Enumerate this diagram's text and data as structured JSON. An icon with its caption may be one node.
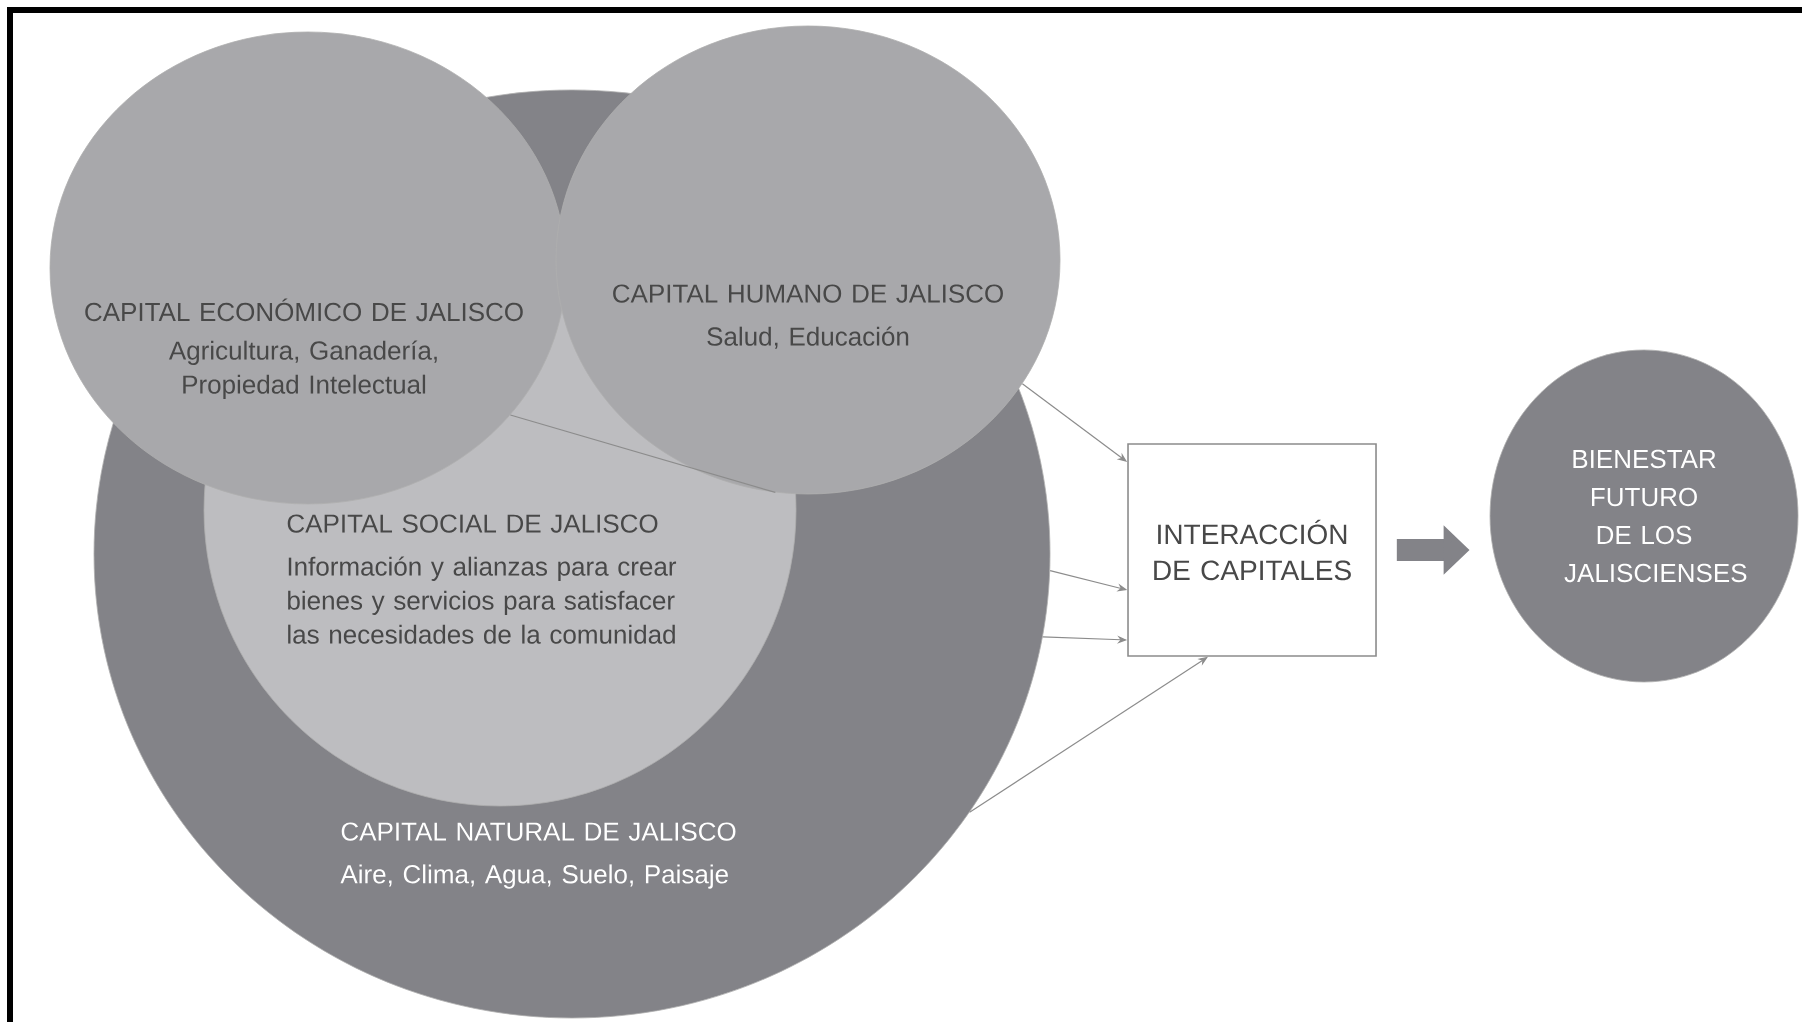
{
  "diagram": {
    "nodes": [
      {
        "text": [
          "CAPITAL NATURAL DE JALISCO",
          "Aire, Clima, Agua, Suelo, Paisaje"
        ]
      },
      {
        "text": [
          "CAPITAL ECONÓMICO DE JALISCO",
          "Agricultura, Ganadería, Propiedad Intelectual"
        ]
      },
      {
        "text": [
          "CAPITAL HUMANO DE JALISCO",
          "Salud, Educación"
        ]
      },
      {
        "text": [
          "CAPITAL SOCIAL DE JALISCO",
          "Información y alianzas para crear bienes y servicios para satisfacer las necesidades de la comunidad"
        ],
        "in": 0
      },
      {
        "text": [
          "INTERACCIÓN DE CAPITALES"
        ]
      },
      {
        "text": [
          "BIENESTAR FUTURO DE LOS JALISCIENSES"
        ]
      }
    ],
    "edges": [
      {
        "from": 2,
        "to": 4,
        "arrow": "to"
      },
      {
        "from": 0,
        "to": 4,
        "arrow": "to"
      },
      {
        "from": 0,
        "to": 4,
        "arrow": "to"
      },
      {
        "from": 0,
        "to": 4,
        "arrow": "to"
      },
      {
        "from": 4,
        "to": 5,
        "arrow": "to",
        "style": "thick"
      }
    ]
  }
}
